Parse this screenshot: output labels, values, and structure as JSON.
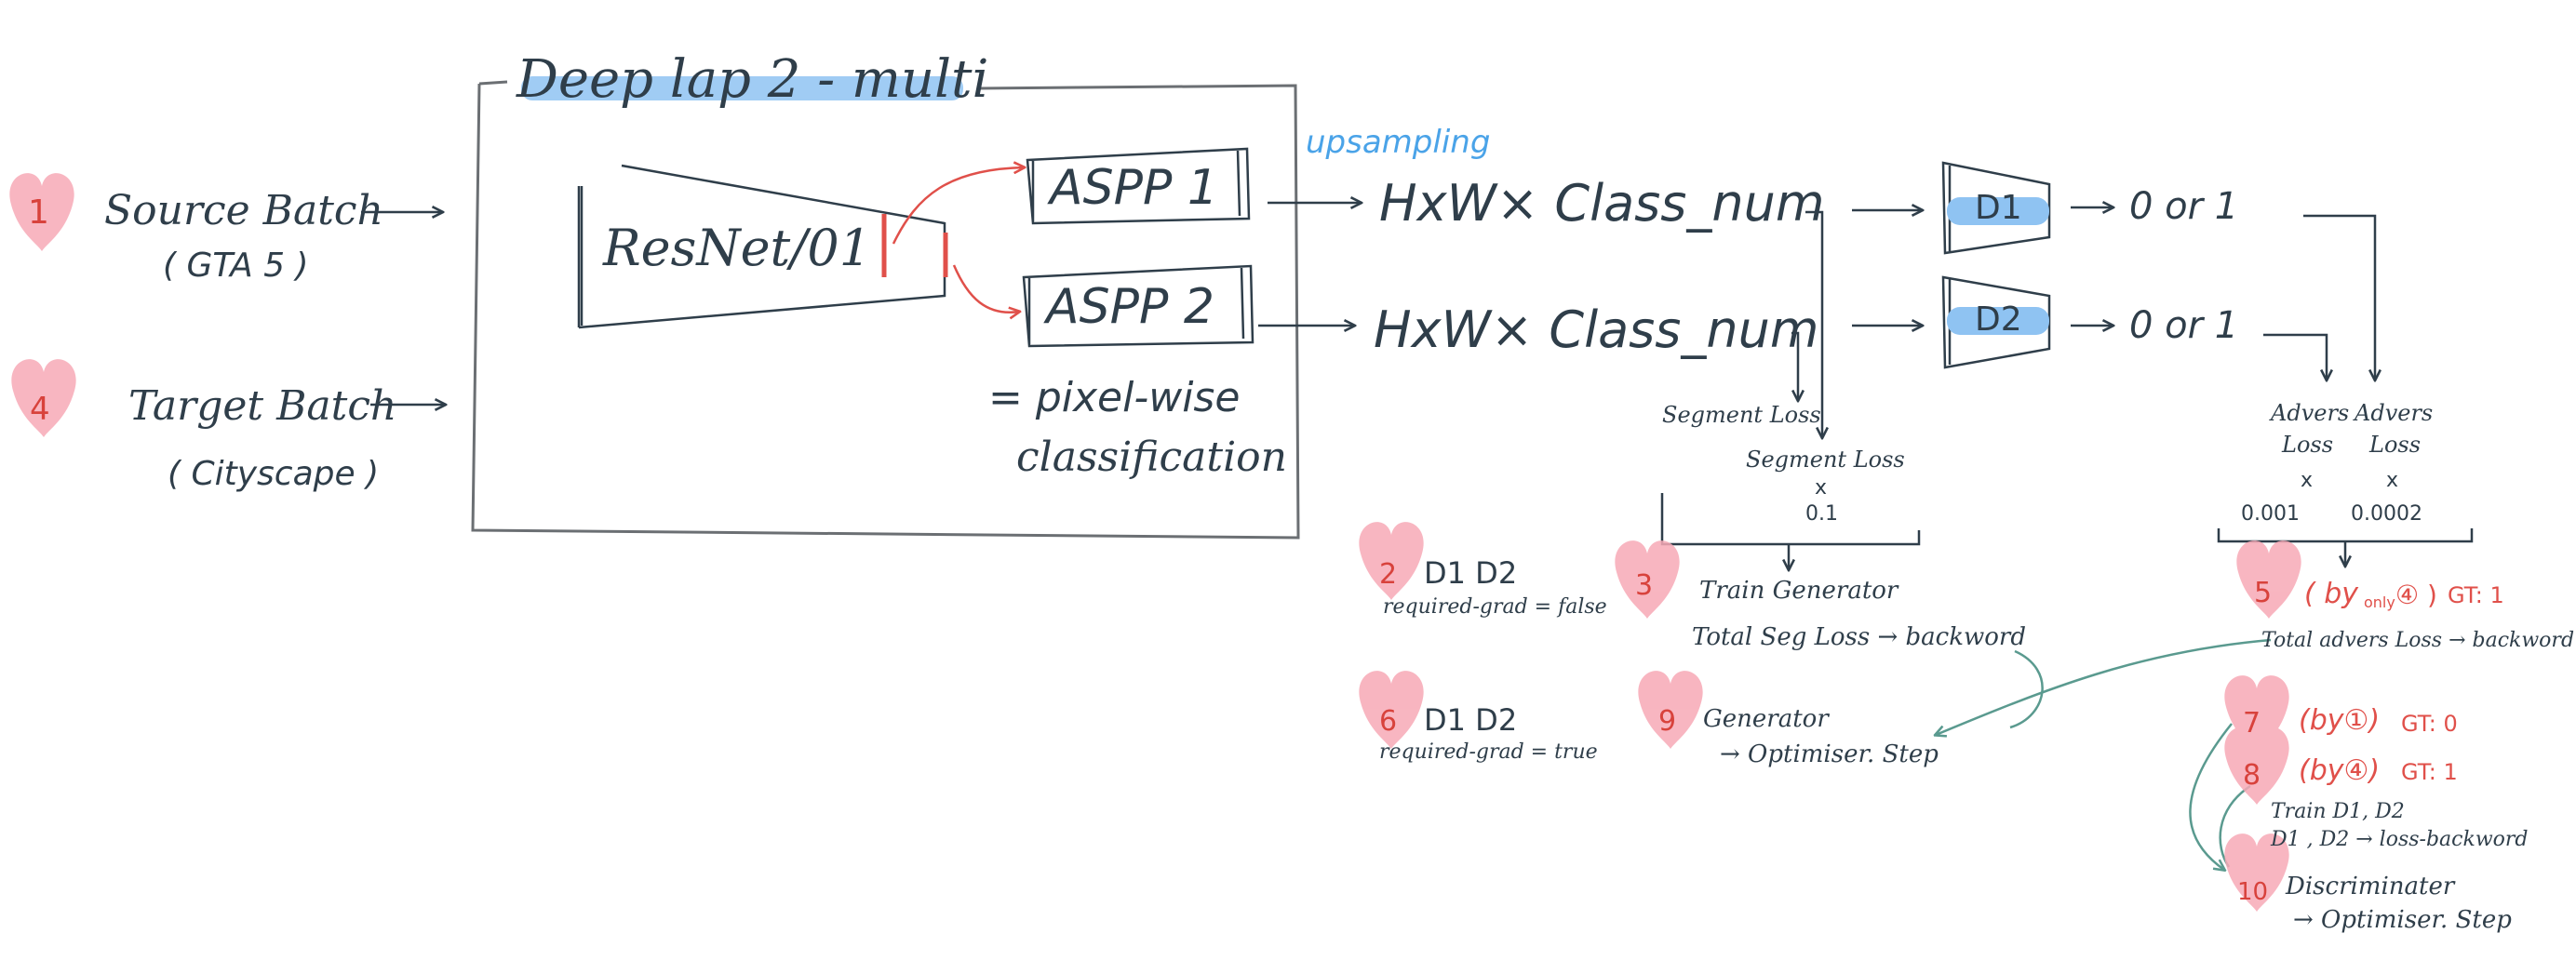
{
  "colors": {
    "ink": "#2f3e4a",
    "accent_red": "#e0504a",
    "highlight_pink": "#f7a9b6",
    "highlight_blue": "#8fc3f2",
    "upsampling_blue": "#4aa3e8",
    "arrow_teal": "#5a9a8f"
  },
  "model": {
    "title": "Deep lap 2 - multi",
    "backbone": "ResNet/01",
    "aspp1": "ASPP 1",
    "aspp2": "ASPP 2",
    "note_line1": "= pixel-wise",
    "note_line2": "classification"
  },
  "inputs": {
    "source_num": "1",
    "source_label": "Source Batch",
    "source_sub": "( GTA 5 )",
    "target_num": "4",
    "target_label": "Target Batch",
    "target_sub": "( Cityscape )"
  },
  "outputs": {
    "upsampling": "upsampling",
    "out1": "HxW× Class_num",
    "out2": "HxW× Class_num",
    "d1": "D1",
    "d2": "D2",
    "d1_out": "0 or 1",
    "d2_out": "0 or 1"
  },
  "losses": {
    "seg1": "Segment Loss",
    "seg2": "Segment Loss",
    "seg2_x": "x",
    "seg2_w": "0.1",
    "adv1": "Advers",
    "adv1b": "Loss",
    "adv1_x": "x",
    "adv1_w": "0.001",
    "adv2": "Advers",
    "adv2b": "Loss",
    "adv2_x": "x",
    "adv2_w": "0.0002"
  },
  "steps": {
    "s2_num": "2",
    "s2_title": "D1 D2",
    "s2_sub": "required-grad = false",
    "s6_num": "6",
    "s6_title": "D1 D2",
    "s6_sub": "required-grad = true",
    "s3_num": "3",
    "s3_line1": "Train Generator",
    "s3_line2": "Total Seg Loss → backword",
    "s9_num": "9",
    "s9_line1": "Generator",
    "s9_line2": "→ Optimiser. Step",
    "s5_num": "5",
    "s5_by": "( by",
    "s5_only": "only",
    "s5_circ": "④ )",
    "s5_gt": "GT: 1",
    "s5_line2": "Total advers Loss → backword",
    "s7_num": "7",
    "s7_by": "(by①)",
    "s7_gt": "GT: 0",
    "s8_num": "8",
    "s8_by": "(by④)",
    "s8_gt": "GT: 1",
    "s8_line2": "Train D1, D2",
    "s8_line3": "D1 , D2 → loss-backword",
    "s10_num": "10",
    "s10_line1": "Discriminater",
    "s10_line2": "→ Optimiser. Step"
  }
}
